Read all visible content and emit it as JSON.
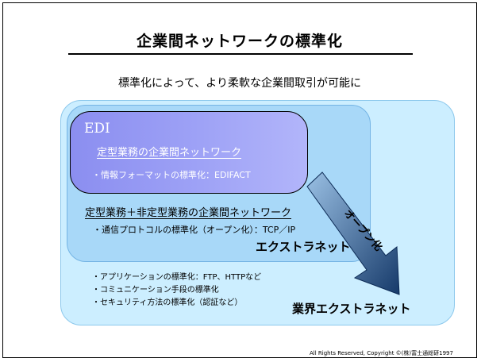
{
  "slide": {
    "title": "企業間ネットワークの標準化",
    "subtitle": "標準化によって、より柔軟な企業間取引が可能に"
  },
  "edi": {
    "label": "EDI",
    "network": "定型業務の企業間ネットワーク",
    "standard": "・情報フォーマットの標準化：EDIFACT"
  },
  "extranet": {
    "network": "定型業務＋非定型業務の企業間ネットワーク",
    "standard": "・通信プロトコルの標準化（オープン化）：TCP／IP",
    "label": "エクストラネット"
  },
  "industry_extranet": {
    "items": [
      "・アプリケーションの標準化：FTP、HTTPなど",
      "・コミュニケーション手段の標準化",
      "・セキュリティ方法の標準化（認証など）"
    ],
    "label": "業界エクストラネット"
  },
  "arrow": {
    "label": "オープン化",
    "colors": {
      "light": "#9ac0e4",
      "dark": "#163a6a"
    }
  },
  "colors": {
    "outer_box": "#cceeff",
    "middle_box": "#a8d8f8",
    "inner_box": "#9ea2f6"
  },
  "footer": {
    "copyright": "All Rights Reserved, Copyright ©(株)富士通総研1997"
  }
}
